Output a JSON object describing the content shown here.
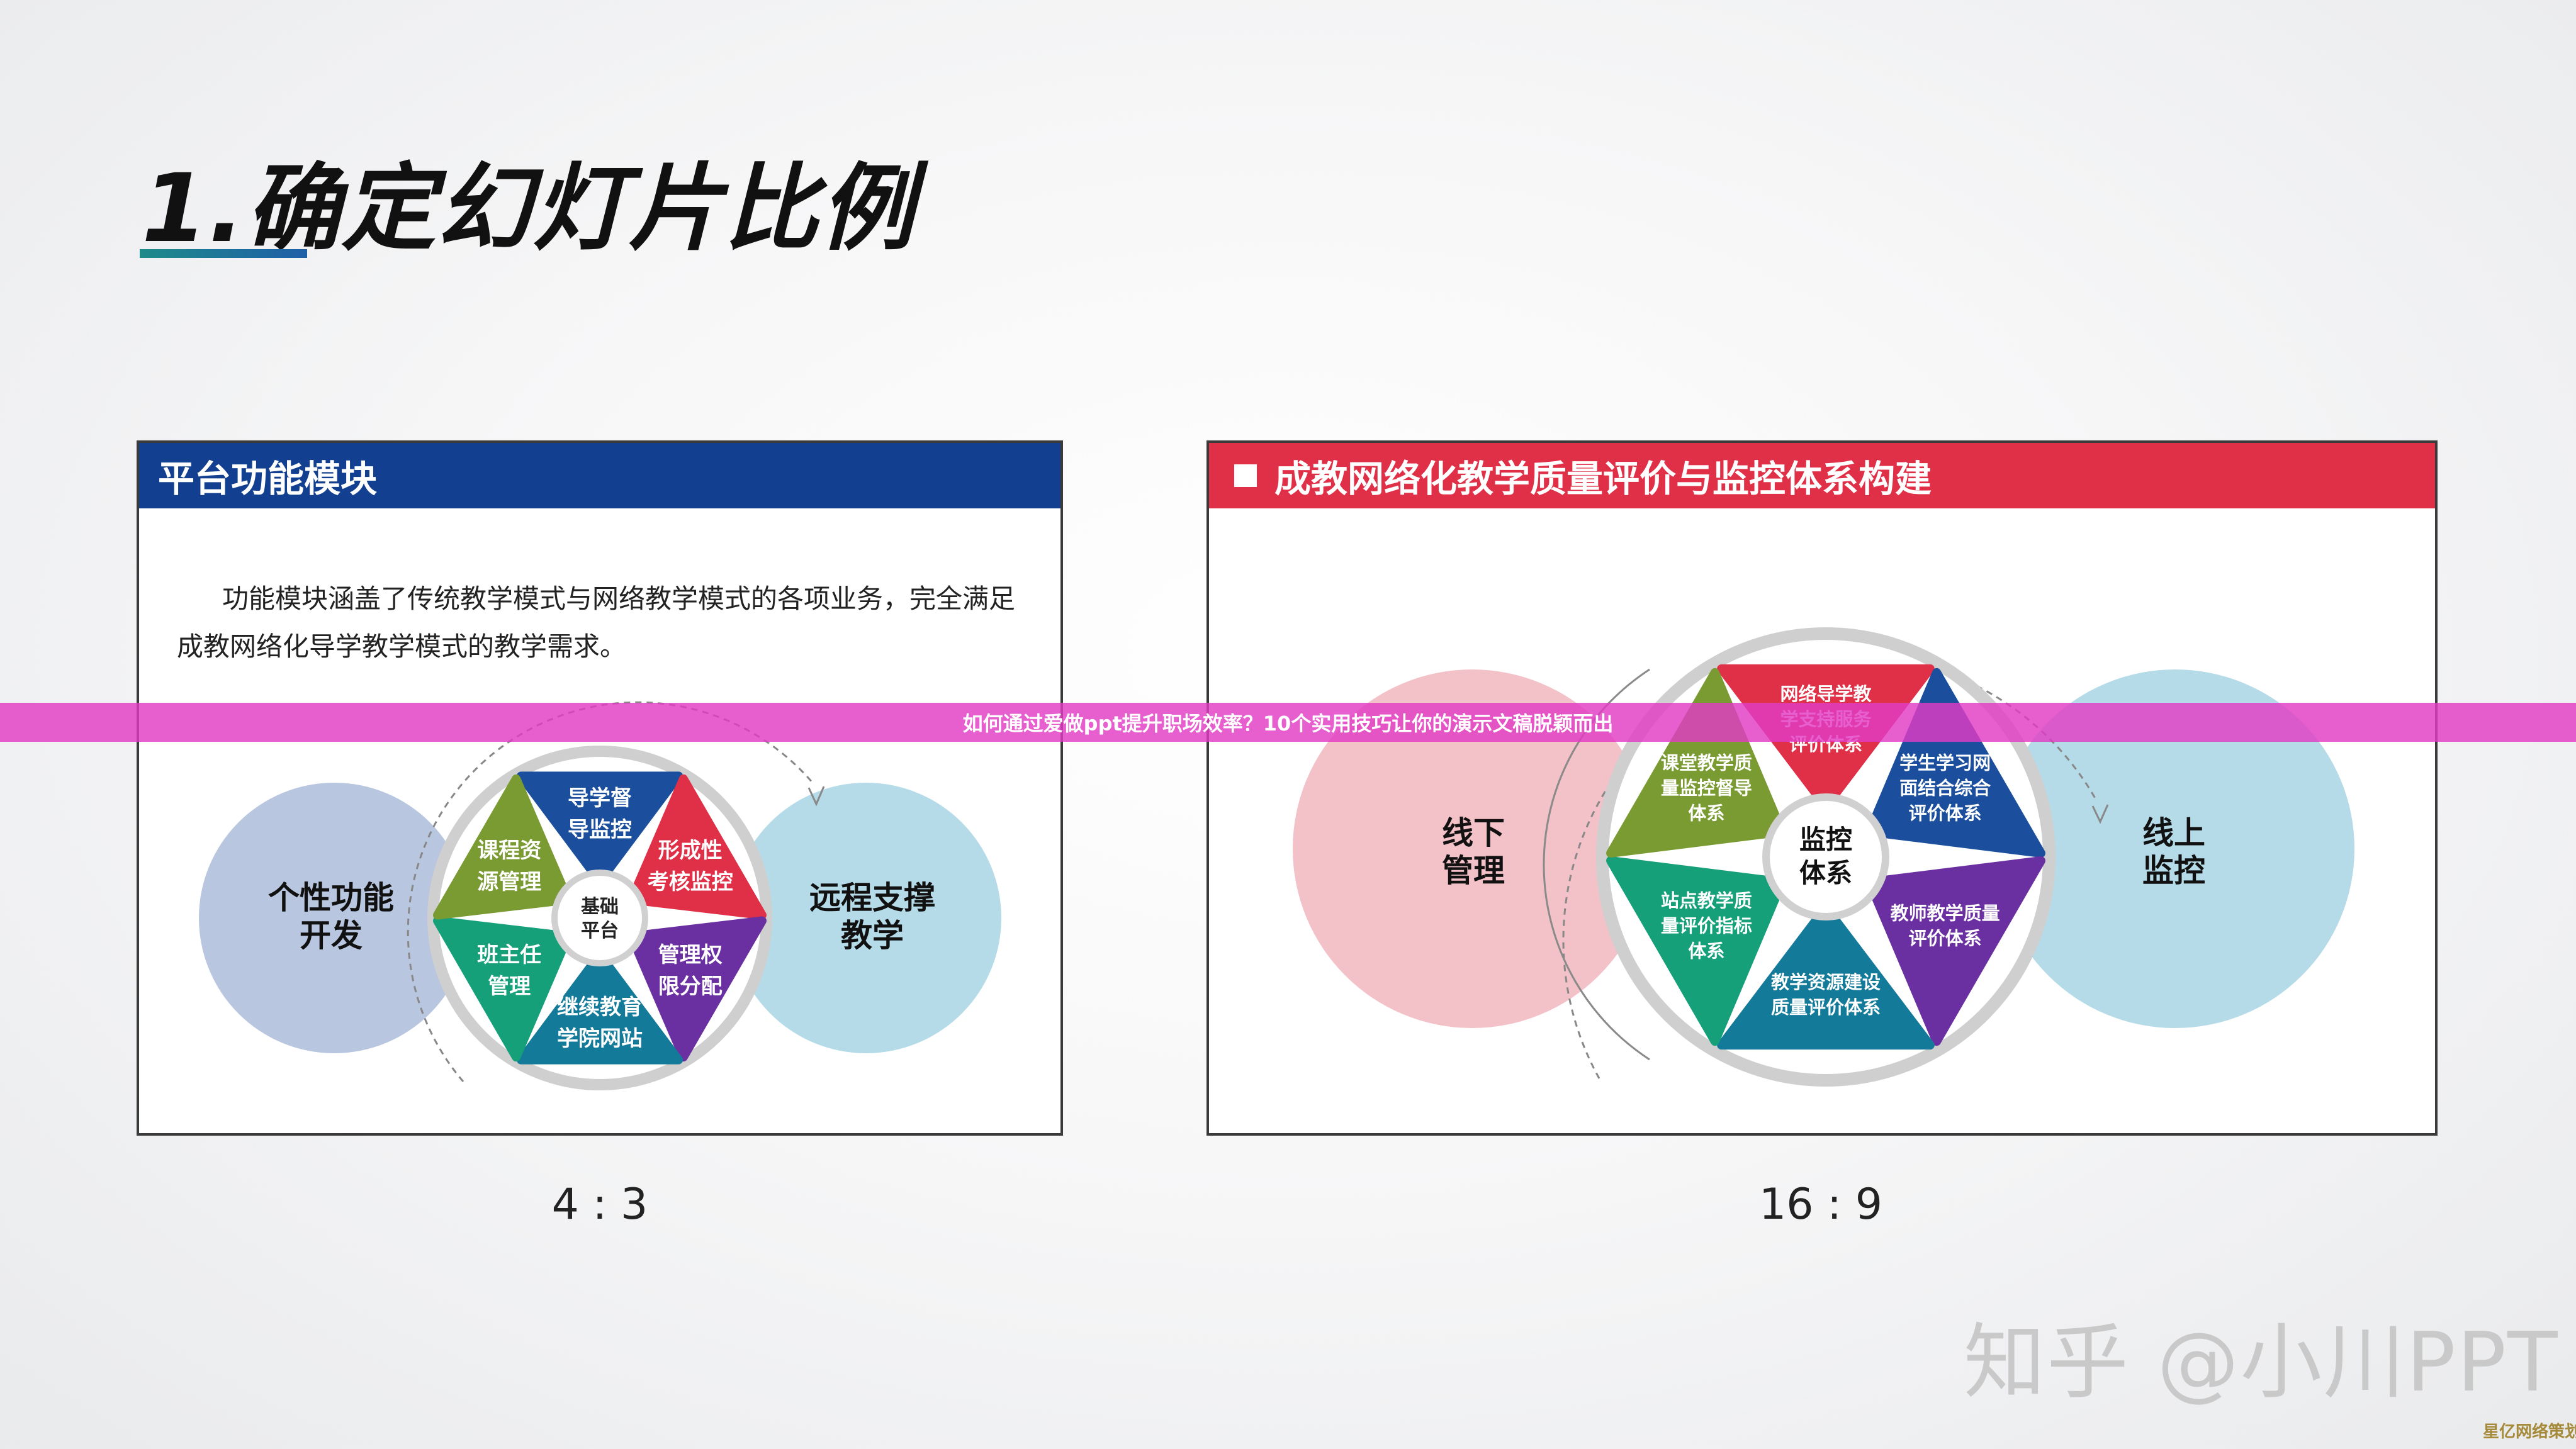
{
  "title": "1.确定幻灯片比例",
  "left_slide": {
    "header": "平台功能模块",
    "description": "功能模块涵盖了传统教学模式与网络教学模式的各项业务，完全满足成教网络化导学教学模式的教学需求。",
    "left_circle": [
      "个性功能",
      "开发"
    ],
    "right_circle": [
      "远程支撑",
      "教学"
    ],
    "center": [
      "基础",
      "平台"
    ],
    "segments": [
      {
        "lines": [
          "导学督",
          "导监控"
        ],
        "color": "#1b4f9e"
      },
      {
        "lines": [
          "形成性",
          "考核监控"
        ],
        "color": "#df3048"
      },
      {
        "lines": [
          "管理权",
          "限分配"
        ],
        "color": "#6a2fa0"
      },
      {
        "lines": [
          "继续教育",
          "学院网站"
        ],
        "color": "#137a9a"
      },
      {
        "lines": [
          "班主任",
          "管理"
        ],
        "color": "#15a07a"
      },
      {
        "lines": [
          "课程资",
          "源管理"
        ],
        "color": "#7a9a32"
      }
    ],
    "ratio_label": "4 : 3"
  },
  "right_slide": {
    "header": "成教网络化教学质量评价与监控体系构建",
    "left_circle": [
      "线下",
      "管理"
    ],
    "right_circle": [
      "线上",
      "监控"
    ],
    "center": [
      "监控",
      "体系"
    ],
    "segments": [
      {
        "lines": [
          "网络导学教",
          "学支持服务",
          "评价体系"
        ],
        "color": "#df3048"
      },
      {
        "lines": [
          "学生学习网",
          "面结合综合",
          "评价体系"
        ],
        "color": "#1b4f9e"
      },
      {
        "lines": [
          "教师教学质量",
          "评价体系"
        ],
        "color": "#6a2fa0"
      },
      {
        "lines": [
          "教学资源建设",
          "质量评价体系"
        ],
        "color": "#137a9a"
      },
      {
        "lines": [
          "站点教学质",
          "量评价指标",
          "体系"
        ],
        "color": "#15a07a"
      },
      {
        "lines": [
          "课堂教学质",
          "量监控督导",
          "体系"
        ],
        "color": "#7a9a32"
      }
    ],
    "ratio_label": "16 : 9"
  },
  "banner": "如何通过爱做ppt提升职场效率？10个实用技巧让你的演示文稿脱颖而出",
  "watermark": "知乎 @小川PPT",
  "corner_mark": "星亿网络策划"
}
